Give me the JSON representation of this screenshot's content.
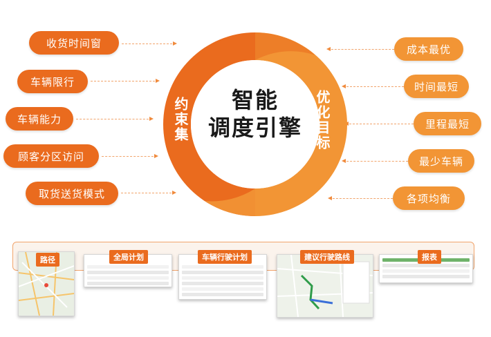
{
  "center": {
    "line1": "智能",
    "line2": "调度引擎"
  },
  "ring_labels": {
    "left": "约束集",
    "right": "优化目标"
  },
  "constraints": [
    "收货时间窗",
    "车辆限行",
    "车辆能力",
    "顾客分区访问",
    "取货送货模式"
  ],
  "objectives": [
    "成本最优",
    "时间最短",
    "里程最短",
    "最少车辆",
    "各项均衡"
  ],
  "colors": {
    "constraint": "#ea6b1e",
    "objective": "#f29535",
    "arrow": "#f08a3c"
  },
  "screens": [
    {
      "label": "路径",
      "icon": "map-thumbnail"
    },
    {
      "label": "全局计划",
      "icon": "table-thumbnail"
    },
    {
      "label": "车辆行驶计划",
      "icon": "table-thumbnail"
    },
    {
      "label": "建议行驶路线",
      "icon": "map-thumbnail"
    },
    {
      "label": "报表",
      "icon": "spreadsheet-thumbnail"
    }
  ]
}
